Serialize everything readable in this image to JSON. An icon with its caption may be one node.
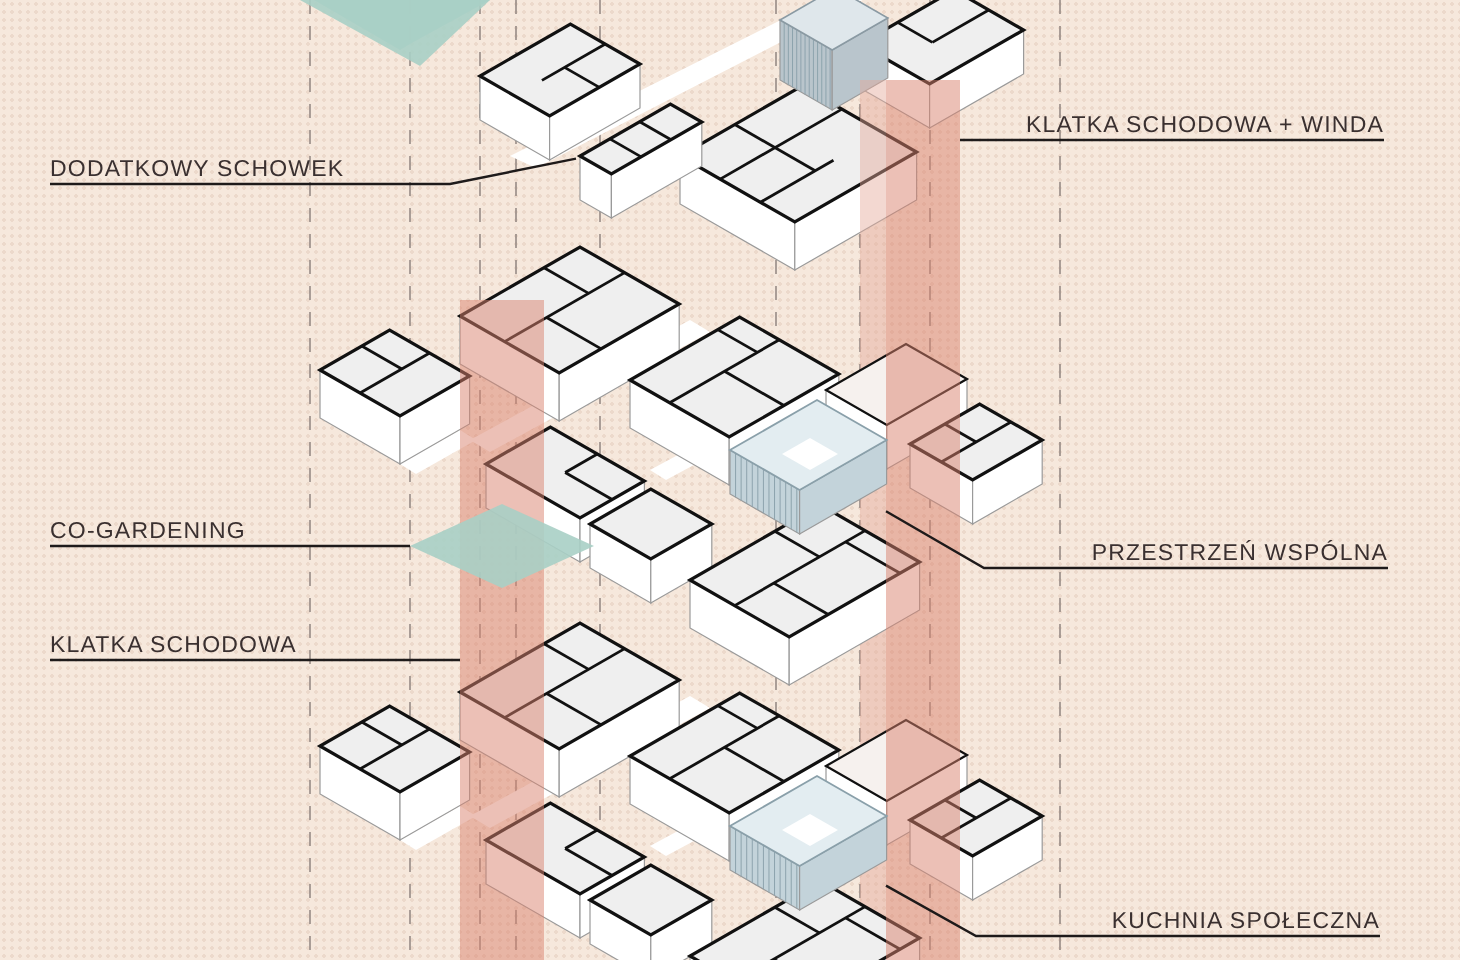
{
  "diagram": {
    "nodes": [
      {
        "text": [
          "DODATKOWY SCHOWEK"
        ]
      },
      {
        "text": [],
        "shape": "box"
      },
      {
        "text": [
          "KLATKA SCHODOWA + WINDA"
        ]
      },
      {
        "text": [],
        "shape": "bar"
      },
      {
        "text": [
          "CO-GARDENING"
        ]
      },
      {
        "text": [],
        "shape": "diamond"
      },
      {
        "text": [
          "KLATKA SCHODOWA"
        ]
      },
      {
        "text": [],
        "shape": "bar"
      },
      {
        "text": [
          "PRZESTRZEŃ WSPÓLNA"
        ]
      },
      {
        "text": [],
        "shape": "box"
      },
      {
        "text": [
          "KUCHNIA SPOŁECZNA"
        ]
      },
      {
        "text": [],
        "shape": "box"
      }
    ],
    "edges": [
      {
        "from": 0,
        "to": 1,
        "arrow": "none"
      },
      {
        "from": 2,
        "to": 7,
        "arrow": "none"
      },
      {
        "from": 4,
        "to": 5,
        "arrow": "none"
      },
      {
        "from": 6,
        "to": 3,
        "arrow": "none"
      },
      {
        "from": 8,
        "to": 9,
        "arrow": "none"
      },
      {
        "from": 10,
        "to": 11,
        "arrow": "none"
      }
    ]
  }
}
